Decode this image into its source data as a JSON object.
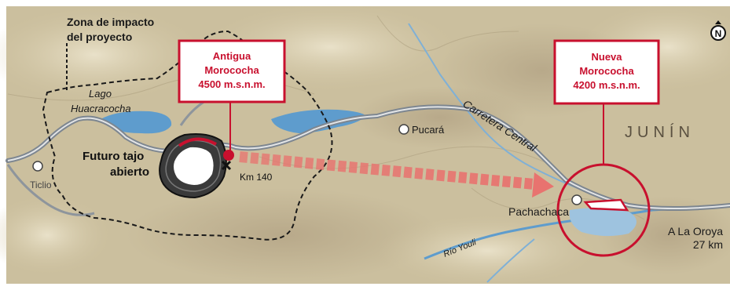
{
  "map": {
    "labels": {
      "impact_zone_line1": "Zona de impacto",
      "impact_zone_line2": "del proyecto",
      "lake_line1": "Lago",
      "lake_line2": "Huacracocha",
      "pit_line1": "Futuro tajo",
      "pit_line2": "abierto",
      "km": "Km 140",
      "pucara": "Pucará",
      "highway": "Carretera Central",
      "region": "JUNÍN",
      "ticlio": "Ticlio",
      "pachachaca": "Pachachaca",
      "river": "Río Youli",
      "oroya_line1": "A La Oroya",
      "oroya_line2": "27 km",
      "north": "N"
    },
    "callouts": {
      "old": {
        "line1": "Antigua",
        "line2": "Morococha",
        "line3": "4500 m.s.n.m."
      },
      "new": {
        "line1": "Nueva",
        "line2": "Morococha",
        "line3": "4200 m.s.n.m."
      }
    },
    "colors": {
      "accent": "#c8102e",
      "arrow": "#e8736f",
      "water": "#5e9ccd",
      "road": "#7d8690",
      "terrain": "#cbbf9e"
    },
    "icons": [
      "north-arrow-icon",
      "town-marker-icon"
    ]
  }
}
